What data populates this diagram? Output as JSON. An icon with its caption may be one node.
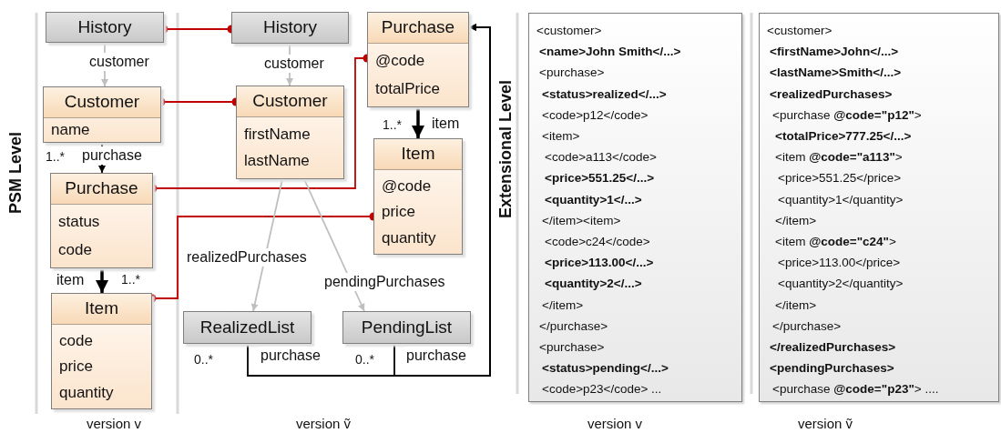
{
  "diagram": {
    "nodes": [
      {
        "text": [
          "History"
        ]
      },
      {
        "text": [
          "Customer",
          "name"
        ]
      },
      {
        "text": [
          "Purchase",
          "status",
          "code"
        ]
      },
      {
        "text": [
          "Item",
          "code",
          "price",
          "quantity"
        ]
      },
      {
        "text": [
          "History"
        ]
      },
      {
        "text": [
          "Customer",
          "firstName",
          "lastName"
        ]
      },
      {
        "text": [
          "Purchase",
          "@code",
          "totalPrice"
        ]
      },
      {
        "text": [
          "Item",
          "@code",
          "price",
          "quantity"
        ]
      },
      {
        "text": [
          "RealizedList"
        ]
      },
      {
        "text": [
          "PendingList"
        ]
      },
      {
        "text": [
          "<customer>",
          "**<name>John Smith</...>**",
          "<purchase>",
          "**<status>realized</...>**",
          "<code>p12</code>",
          "<item>",
          "<code>a113</code>",
          "**<price>551.25</...>**",
          "**<quantity>1</...>**",
          "</item><item>",
          "<code>c24</code>",
          "**<price>113.00</...>**",
          "**<quantity>2</...>**",
          "</item>",
          "</purchase>",
          "<purchase>",
          "**<status>pending</...>**",
          "<code>p23</code> ..."
        ]
      },
      {
        "text": [
          "<customer>",
          "**<firstName>John</...>**",
          "**<lastName>Smith</...>**",
          "**<realizedPurchases>**",
          "<purchase **@code=\"p12\"**>",
          "**<totalPrice>777.25</...>**",
          "<item **@code=\"a113\"**>",
          "<price>551.25</price>",
          "<quantity>1</quantity>",
          "</item>",
          "<item **@code=\"c24\"**>",
          "<price>113.00</price>",
          "<quantity>2</quantity>",
          "</item>",
          "</purchase>",
          "**</realizedPurchases>**",
          "**<pendingPurchases>**",
          "<purchase **@code=\"p23\"**> ...."
        ]
      }
    ],
    "edges": [
      {
        "from": 0,
        "to": 4,
        "arrow": "other",
        "color": "#c00000"
      },
      {
        "from": 1,
        "to": 5,
        "arrow": "other",
        "color": "#c00000"
      },
      {
        "from": 2,
        "to": 6,
        "arrow": "other",
        "color": "#c00000"
      },
      {
        "from": 3,
        "to": 7,
        "arrow": "other",
        "color": "#c00000"
      },
      {
        "from": 0,
        "to": 1,
        "arrow": "to",
        "label": "customer",
        "color": "#bfbfbf"
      },
      {
        "from": 4,
        "to": 5,
        "arrow": "to",
        "label": "customer",
        "color": "#bfbfbf"
      },
      {
        "from": 5,
        "to": 8,
        "arrow": "to",
        "label": "realizedPurchases",
        "color": "#bfbfbf"
      },
      {
        "from": 5,
        "to": 9,
        "arrow": "to",
        "label": "pendingPurchases",
        "color": "#bfbfbf"
      },
      {
        "from": 1,
        "to": 2,
        "arrow": "to",
        "label": "purchase"
      },
      {
        "from": 2,
        "to": 3,
        "arrow": "to",
        "label": "item",
        "style": "thick"
      },
      {
        "from": 6,
        "to": 7,
        "arrow": "to",
        "label": "item",
        "style": "thick"
      },
      {
        "from": 8,
        "to": 6,
        "arrow": "to",
        "label": "purchase"
      },
      {
        "from": 9,
        "to": 6,
        "arrow": "to",
        "label": "purchase"
      }
    ],
    "labels": [
      "PSM Level",
      "Extensional Level",
      "1..*",
      "1..*",
      "1..*",
      "0..*",
      "0..*",
      "version v",
      "version ṽ",
      "version v",
      "version ṽ"
    ]
  }
}
